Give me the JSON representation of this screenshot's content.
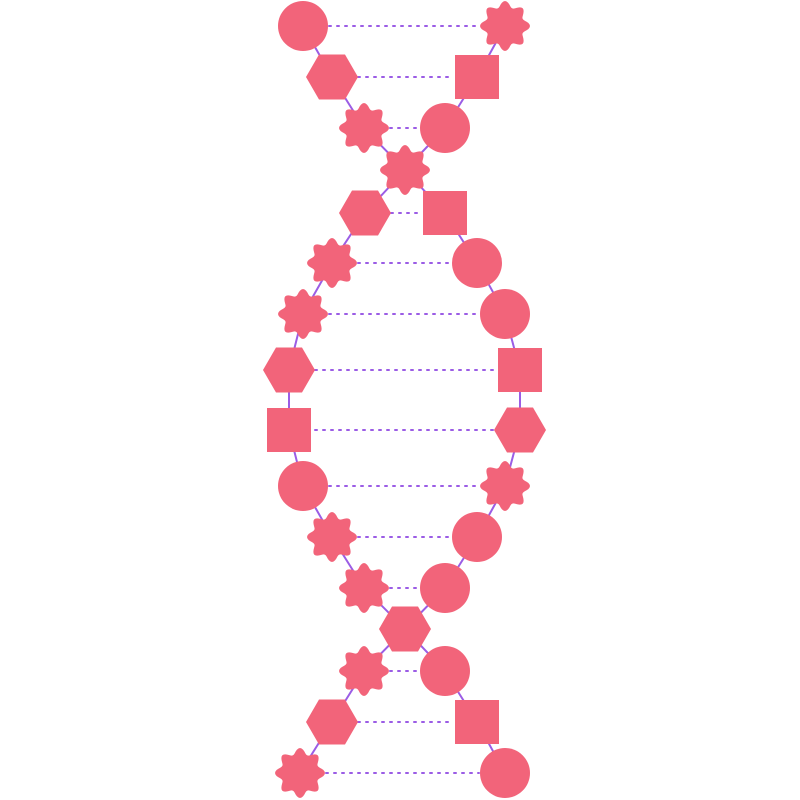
{
  "diagram": {
    "type": "dna-double-helix",
    "colors": {
      "node": "#f2647a",
      "backbone": "#9b5de5",
      "rung": "#9b5de5",
      "background": "#ffffff"
    },
    "pairs": [
      {
        "left": "circle",
        "right": "flower"
      },
      {
        "left": "hexagon",
        "right": "square"
      },
      {
        "left": "flower",
        "right": "circle"
      },
      {
        "left": "flower",
        "right": "none"
      },
      {
        "left": "hexagon",
        "right": "square"
      },
      {
        "left": "flower",
        "right": "circle"
      },
      {
        "left": "flower",
        "right": "circle"
      },
      {
        "left": "hexagon",
        "right": "square"
      },
      {
        "left": "square",
        "right": "hexagon"
      },
      {
        "left": "circle",
        "right": "flower"
      },
      {
        "left": "flower",
        "right": "circle"
      },
      {
        "left": "flower",
        "right": "circle"
      },
      {
        "left": "hexagon",
        "right": "none"
      },
      {
        "left": "flower",
        "right": "circle"
      },
      {
        "left": "hexagon",
        "right": "square"
      },
      {
        "left": "flower",
        "right": "circle"
      }
    ]
  }
}
